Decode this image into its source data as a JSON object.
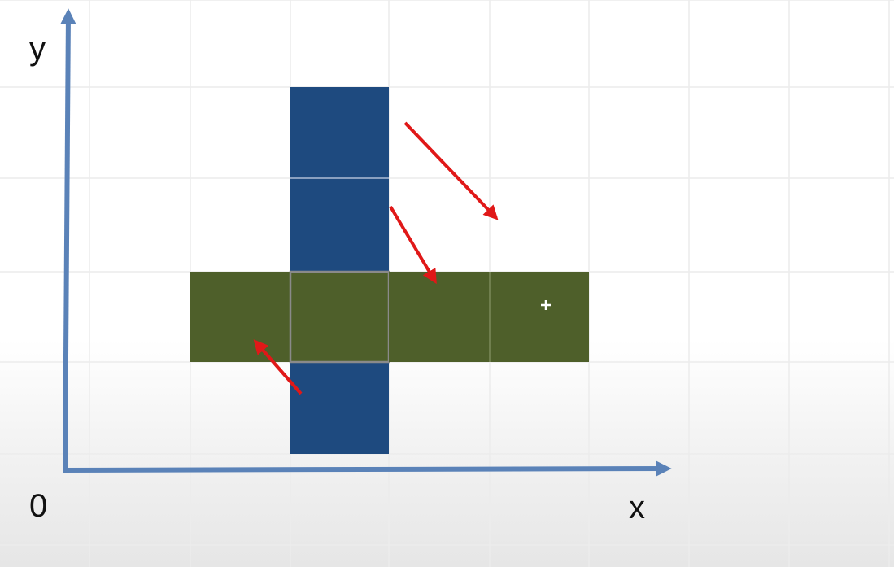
{
  "labels": {
    "y": "y",
    "x": "x",
    "origin": "0"
  },
  "colors": {
    "grid": "#ececec",
    "axis": "#5a82b8",
    "vertical_bar": "#1e4a7f",
    "horizontal_bar": "#4e5f2a",
    "cell_divider": "#8a8a8a",
    "arrow": "#e01818",
    "marker": "#ffffff"
  },
  "icons": {
    "arrows": "red-arrow-icon",
    "marker": "crosshair-icon"
  }
}
